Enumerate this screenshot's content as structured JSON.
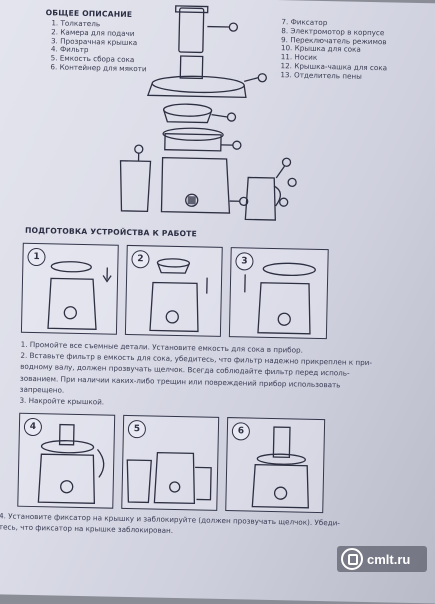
{
  "header": {
    "title": "ОБЩЕЕ ОПИСАНИЕ"
  },
  "parts_left": [
    "1. Толкатель",
    "2. Камера для подачи",
    "3. Прозрачная крышка",
    "4. Фильтр",
    "5. Емкость сбора сока",
    "6. Контейнер для мякоти"
  ],
  "parts_right": [
    "7. Фиксатор",
    "8. Электромотор в корпусе",
    "9. Переключатель режимов",
    "10. Крышка для сока",
    "11. Носик",
    "12. Крышка-чашка для сока",
    "13. Отделитель пены"
  ],
  "prep": {
    "title": "ПОДГОТОВКА УСТРОЙСТВА К РАБОТЕ"
  },
  "step_numbers": [
    "1",
    "2",
    "3",
    "4",
    "5",
    "6"
  ],
  "instructions_a": [
    "1. Промойте все съемные детали. Установите емкость для сока в прибор.",
    "2. Вставьте фильтр в емкость для сока, убедитесь, что фильтр надежно прикреплен к при-",
    "водному валу, должен прозвучать щелчок. Всегда соблюдайте фильтр перед исполь-",
    "зованием. При наличии каких-либо трещин или повреждений прибор использовать",
    "запрещено.",
    "3. Накройте крышкой."
  ],
  "instructions_b": [
    "4. Установите фиксатор на крышку и заблокируйте (должен прозвучать щелчок). Убеди-",
    "тесь, что фиксатор на крышке заблокирован."
  ],
  "watermark": {
    "text": "cmlt.ru"
  }
}
